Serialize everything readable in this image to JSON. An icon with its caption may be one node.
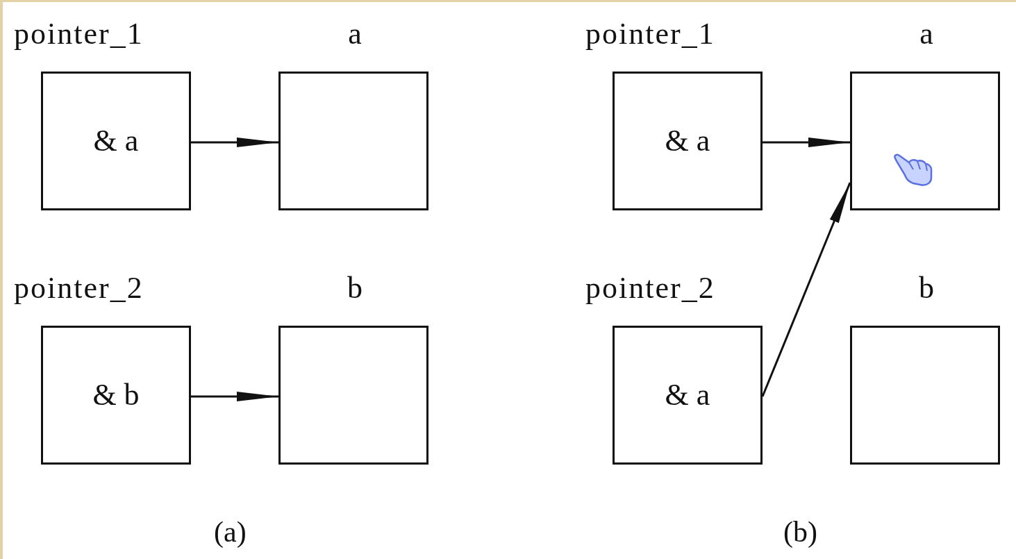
{
  "diagram": {
    "nodes": [
      {
        "text": [
          "pointer_1",
          "& a"
        ]
      },
      {
        "text": [
          "a"
        ]
      },
      {
        "text": [
          "pointer_2",
          "& b"
        ]
      },
      {
        "text": [
          "b"
        ]
      },
      {
        "text": [
          "pointer_1",
          "& a"
        ]
      },
      {
        "text": [
          "a"
        ]
      },
      {
        "text": [
          "pointer_2",
          "& a"
        ]
      },
      {
        "text": [
          "b"
        ]
      }
    ],
    "edges": [
      {
        "from": 0,
        "to": 1,
        "arrow": "to"
      },
      {
        "from": 2,
        "to": 3,
        "arrow": "to"
      },
      {
        "from": 4,
        "to": 5,
        "arrow": "to"
      },
      {
        "from": 6,
        "to": 5,
        "arrow": "to"
      }
    ],
    "labels": [
      "(a)",
      "(b)"
    ]
  }
}
